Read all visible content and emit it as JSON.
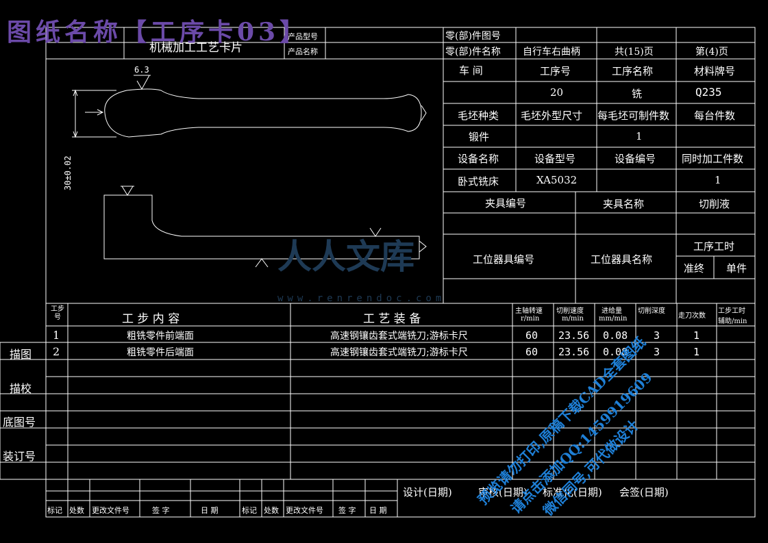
{
  "banner": "图纸名称【工序卡03】",
  "header": {
    "card_title": "机械加工工艺卡片",
    "product_model_label": "产品型号",
    "product_name_label": "产品名称",
    "part_drawing_no_label": "零(部)件图号",
    "part_name_label": "零(部)件名称",
    "part_name_value": "自行车右曲柄",
    "total_pages": "共(15)页",
    "page_no": "第(4)页"
  },
  "info": {
    "workshop_label": "车 间",
    "op_no_label": "工序号",
    "op_name_label": "工序名称",
    "material_label": "材料牌号",
    "op_no_value": "20",
    "op_name_value": "铣",
    "material_value": "Q235",
    "blank_type_label": "毛坯种类",
    "blank_size_label": "毛坯外型尺寸",
    "per_blank_label": "每毛坯可制件数",
    "per_machine_label": "每台件数",
    "blank_type_value": "锻件",
    "per_blank_value": "1",
    "equip_name_label": "设备名称",
    "equip_model_label": "设备型号",
    "equip_no_label": "设备编号",
    "simul_label": "同时加工件数",
    "equip_name_value": "卧式铣床",
    "equip_model_value": "XA5032",
    "simul_value": "1",
    "fixture_no_label": "夹具编号",
    "fixture_name_label": "夹具名称",
    "coolant_label": "切削液",
    "station_tool_no_label": "工位器具编号",
    "station_tool_name_label": "工位器具名称",
    "op_time_label": "工序工时",
    "prep_label": "准终",
    "unit_label": "单件"
  },
  "drawing": {
    "roughness_top": "6.3",
    "dim_vertical": "30±0.02"
  },
  "steps_header": {
    "step_no": "工步号",
    "content": "工 步 内 容",
    "equipment": "工 艺 装 备",
    "spindle_speed": "主轴转速",
    "spindle_unit": "r/min",
    "cutting_speed": "切削速度",
    "cutting_unit": "m/min",
    "feed": "进给量",
    "feed_unit": "mm/min",
    "depth": "切削深度",
    "passes": "走刀次数",
    "step_time": "工步工时",
    "aux_label": "辅助/min"
  },
  "steps": [
    {
      "no": "1",
      "content": "粗铣零件前端面",
      "equipment": "高速钢镶齿套式端铣刀;游标卡尺",
      "speed": "60",
      "vc": "23.56",
      "feed": "0.08",
      "depth": "3",
      "passes": "1"
    },
    {
      "no": "2",
      "content": "粗铣零件后端面",
      "equipment": "高速钢镶齿套式端铣刀;游标卡尺",
      "speed": "60",
      "vc": "23.56",
      "feed": "0.08",
      "depth": "3",
      "passes": "1"
    }
  ],
  "side": {
    "draw": "描图",
    "check": "描校",
    "base_no": "底图号",
    "binding_no": "装订号"
  },
  "footer": {
    "design": "设计(日期)",
    "review": "审核(日期)",
    "standard": "标准化(日期)",
    "countersign": "会签(日期)",
    "mark": "标记",
    "count": "处数",
    "doc_no": "更改文件号",
    "sign": "签 字",
    "date": "日 期"
  },
  "watermark": {
    "logo": "人人文库",
    "url": "www.renrendoc.com",
    "blue_lines": [
      "预览请勿打印,原稿下载CAD全套图纸",
      "请点击添加QQ:1459919609",
      "微信同号,可代做设计"
    ]
  }
}
